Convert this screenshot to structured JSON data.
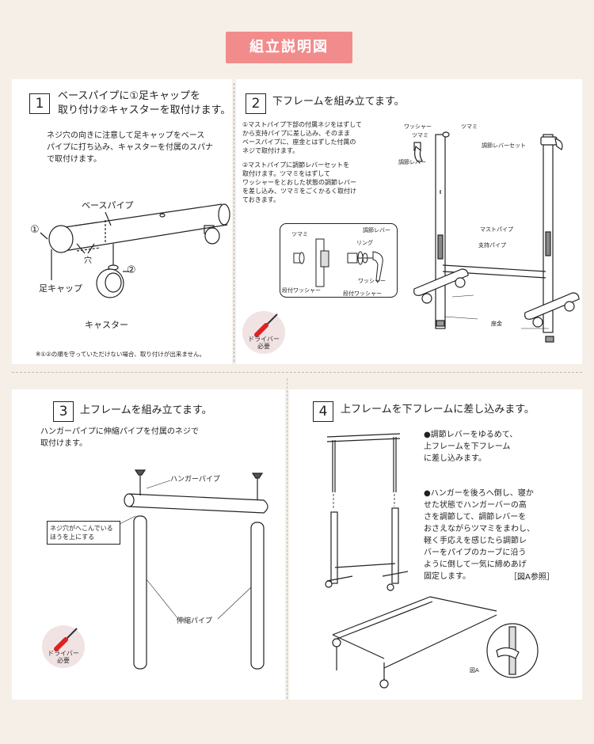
{
  "title": "組立説明図",
  "step1": {
    "number": "1",
    "heading_line1": "ベースパイプに①足キャップを",
    "heading_line2": "取り付け②キャスターを取付けます。",
    "body": [
      "ネジ穴の向きに注意して足キャップをベース",
      "パイプに打ち込み、キャスターを付属のスパナ",
      "で取付けます。"
    ],
    "labels": {
      "base_pipe": "ベースパイプ",
      "circle1": "①",
      "circle2": "②",
      "hole": "穴",
      "foot_cap": "足キャップ",
      "caster": "キャスター"
    },
    "note": "※①②の順を守っていただけない場合、取り付けが出来ません。"
  },
  "step2": {
    "number": "2",
    "heading": "下フレームを組み立てます。",
    "item1": [
      "①マストパイプ下部の付属ネジをはずして",
      "から支持パイプに差し込み、そのまま",
      "ベースパイプに、座金とはずした付属の",
      "ネジで取付けます。"
    ],
    "item2": [
      "②マストパイプに調節レバーセットを",
      "取付けます。ツマミをはずして",
      "ワッシャーをとおした状態の調節レバー",
      "を差し込み、ツマミをごくかるく取付け",
      "ておきます。"
    ],
    "labels": {
      "washer": "ワッシャー",
      "knob": "ツマミ",
      "knob2": "ツマミ",
      "adjust_lever": "調節レバー",
      "lever_set": "調節レバーセット",
      "mast_pipe": "マストパイプ",
      "support_pipe": "支持パイプ",
      "base_washer": "座金",
      "inset_knob": "ツマミ",
      "inset_lever": "調節レバー",
      "inset_ring": "リング",
      "inset_washer": "ワッシャー",
      "inset_fixed_washer": "段付ワッシャー",
      "inset_fixed_washer2": "段付ワッシャー"
    },
    "driver_line1": "ドライバー",
    "driver_line2": "必要"
  },
  "step3": {
    "number": "3",
    "heading": "上フレームを組み立てます。",
    "body": [
      "ハンガーパイプに伸縮パイプを付属のネジで",
      "取付けます。"
    ],
    "labels": {
      "hanger_pipe": "ハンガーパイプ",
      "extend_pipe": "伸縮パイプ",
      "note_line1": "ネジ穴がへこんでいる",
      "note_line2": "ほうを上にする"
    },
    "driver_line1": "ドライバー",
    "driver_line2": "必要"
  },
  "step4": {
    "number": "4",
    "heading": "上フレームを下フレームに差し込みます。",
    "bullet1": [
      "●調節レバーをゆるめて、",
      "上フレームを下フレーム",
      "に差し込みます。"
    ],
    "bullet2": [
      "●ハンガーを後ろへ倒し、寝か",
      "せた状態でハンガーバーの高",
      "さを調節して、調節レバーを",
      "おさえながらツマミをまわし、",
      "軽く手応えを感じたら調節レ",
      "バーをパイプのカーブに沿う",
      "ように倒して一気に締めあげ",
      "固定します。"
    ],
    "ref": "［図A参照］",
    "figA": "図A"
  }
}
